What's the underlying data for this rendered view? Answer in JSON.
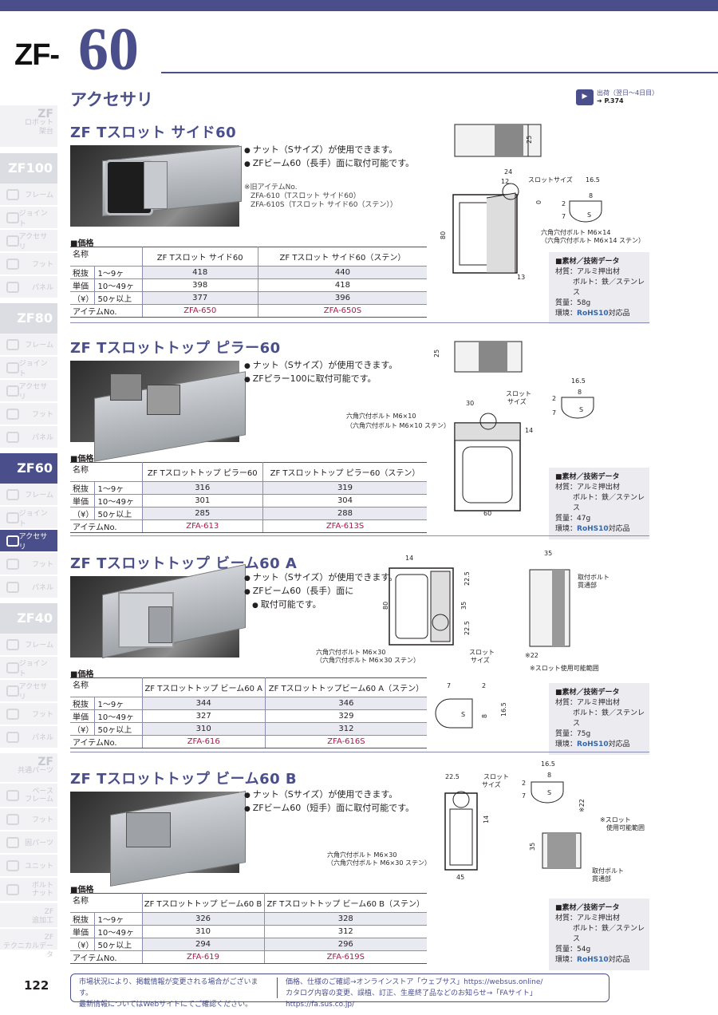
{
  "header": {
    "series_prefix": "ZF-",
    "series_number": "60",
    "page_subtitle": "アクセサリ",
    "shipping": {
      "line1": "出荷（翌日〜4日目）",
      "line2": "➔ P.374"
    }
  },
  "sidebar": {
    "zf_robot": {
      "title": "ZF",
      "sub1": "ロボット",
      "sub2": "架台"
    },
    "zf100": {
      "title": "ZF100",
      "items": [
        "フレーム",
        "ジョイント",
        "アクセサリ",
        "フット",
        "パネル"
      ]
    },
    "zf80": {
      "title": "ZF80",
      "items": [
        "フレーム",
        "ジョイント",
        "アクセサリ",
        "フット",
        "パネル"
      ]
    },
    "zf60": {
      "title": "ZF60",
      "items": [
        "フレーム",
        "ジョイント",
        "アクセサリ",
        "フット",
        "パネル"
      ]
    },
    "zf40": {
      "title": "ZF40",
      "items": [
        "フレーム",
        "ジョイント",
        "アクセサリ",
        "フット",
        "パネル"
      ]
    },
    "common": {
      "title": "ZF",
      "sub": "共通パーツ",
      "items": [
        "ベース\nフレーム",
        "フット",
        "固パーツ",
        "ユニット",
        "ボルト\nナット"
      ]
    },
    "extra": {
      "title": "ZF",
      "sub": "追加工"
    },
    "tech": {
      "title": "ZF",
      "sub": "テクニカルデータ"
    }
  },
  "products": [
    {
      "title": "ZF Tスロット サイド60",
      "bullets": [
        "ナット（Sサイズ）が使用できます。",
        "ZFビーム60（長手）面に取付可能です。"
      ],
      "old_items": [
        "※旧アイテムNo.",
        "ZFA-610（Tスロット サイド60）",
        "ZFA-610S（Tスロット サイド60（ステン））"
      ],
      "price_label": "■価格",
      "table": {
        "name_label": "名称",
        "col1": "ZF Tスロット サイド60",
        "col2": "ZF Tスロット サイド60（ステン）",
        "rows": [
          {
            "a": "税抜",
            "b": "1〜9ヶ",
            "v1": "418",
            "v2": "440"
          },
          {
            "a": "単価",
            "b": "10〜49ヶ",
            "v1": "398",
            "v2": "418"
          },
          {
            "a": "（¥）",
            "b": "50ヶ以上",
            "v1": "377",
            "v2": "396"
          }
        ],
        "item_label": "アイテムNo.",
        "item1": "ZFA-650",
        "item2": "ZFA-650S"
      },
      "spec": {
        "head": "■素材／技術データ",
        "m1": "材質：アルミ押出材",
        "m2": "ボルト：鉄／ステンレス",
        "mass": "質量：58g",
        "env": "環境：",
        "rohs": "RoHS10",
        "rohs_tail": "対応品"
      },
      "dims": [
        "25",
        "24",
        "12",
        "スロットサイズ",
        "0",
        "16.5",
        "8",
        "2",
        "7",
        "S",
        "80",
        "13",
        "六角穴付ボルト M6×14",
        "（六角穴付ボルト M6×14 ステン）"
      ]
    },
    {
      "title": "ZF Tスロットトップ ピラー60",
      "bullets": [
        "ナット（Sサイズ）が使用できます。",
        "ZFピラー100に取付可能です。"
      ],
      "price_label": "■価格",
      "table": {
        "name_label": "名称",
        "col1": "ZF Tスロットトップ ピラー60",
        "col2": "ZF Tスロットトップ ピラー60（ステン）",
        "rows": [
          {
            "a": "税抜",
            "b": "1〜9ヶ",
            "v1": "316",
            "v2": "319"
          },
          {
            "a": "単価",
            "b": "10〜49ヶ",
            "v1": "301",
            "v2": "304"
          },
          {
            "a": "（¥）",
            "b": "50ヶ以上",
            "v1": "285",
            "v2": "288"
          }
        ],
        "item_label": "アイテムNo.",
        "item1": "ZFA-613",
        "item2": "ZFA-613S"
      },
      "spec": {
        "head": "■素材／技術データ",
        "m1": "材質：アルミ押出材",
        "m2": "ボルト：鉄／ステンレス",
        "mass": "質量：47g",
        "env": "環境：",
        "rohs": "RoHS10",
        "rohs_tail": "対応品"
      },
      "dims": [
        "25",
        "30",
        "スロット",
        "サイズ",
        "16.5",
        "8",
        "2",
        "7",
        "S",
        "六角穴付ボルト M6×10",
        "（六角穴付ボルト M6×10 ステン）",
        "14",
        "60"
      ]
    },
    {
      "title": "ZF Tスロットトップ ビーム60 A",
      "bullets": [
        "ナット（Sサイズ）が使用できます。",
        "ZFビーム60（長手）面に",
        "取付可能です。"
      ],
      "price_label": "■価格",
      "table": {
        "name_label": "名称",
        "col1": "ZF Tスロットトップ ビーム60 A",
        "col2": "ZF Tスロットトップビーム60 A（ステン）",
        "rows": [
          {
            "a": "税抜",
            "b": "1〜9ヶ",
            "v1": "344",
            "v2": "346"
          },
          {
            "a": "単価",
            "b": "10〜49ヶ",
            "v1": "327",
            "v2": "329"
          },
          {
            "a": "（¥）",
            "b": "50ヶ以上",
            "v1": "310",
            "v2": "312"
          }
        ],
        "item_label": "アイテムNo.",
        "item1": "ZFA-616",
        "item2": "ZFA-616S"
      },
      "spec": {
        "head": "■素材／技術データ",
        "m1": "材質：アルミ押出材",
        "m2": "ボルト：鉄／ステンレス",
        "mass": "質量：75g",
        "env": "環境：",
        "rohs": "RoHS10",
        "rohs_tail": "対応品"
      },
      "dims": [
        "14",
        "80",
        "22.5",
        "35",
        "22.5",
        "六角穴付ボルト M6×30",
        "（六角穴付ボルト M6×30 ステン）",
        "スロット",
        "サイズ",
        "35",
        "取付ボルト",
        "貫通部",
        "※22",
        "※スロット使用可能範囲",
        "7",
        "2",
        "S",
        "8",
        "16.5"
      ]
    },
    {
      "title": "ZF Tスロットトップ ビーム60 B",
      "bullets": [
        "ナット（Sサイズ）が使用できます。",
        "ZFビーム60（短手）面に取付可能です。"
      ],
      "price_label": "■価格",
      "table": {
        "name_label": "名称",
        "col1": "ZF Tスロットトップ ビーム60 B",
        "col2": "ZF Tスロットトップ ビーム60 B（ステン）",
        "rows": [
          {
            "a": "税抜",
            "b": "1〜9ヶ",
            "v1": "326",
            "v2": "328"
          },
          {
            "a": "単価",
            "b": "10〜49ヶ",
            "v1": "310",
            "v2": "312"
          },
          {
            "a": "（¥）",
            "b": "50ヶ以上",
            "v1": "294",
            "v2": "296"
          }
        ],
        "item_label": "アイテムNo.",
        "item1": "ZFA-619",
        "item2": "ZFA-619S"
      },
      "spec": {
        "head": "■素材／技術データ",
        "m1": "材質：アルミ押出材",
        "m2": "ボルト：鉄／ステンレス",
        "mass": "質量：54g",
        "env": "環境：",
        "rohs": "RoHS10",
        "rohs_tail": "対応品"
      },
      "dims": [
        "22.5",
        "スロット",
        "サイズ",
        "16.5",
        "8",
        "2",
        "7",
        "S",
        "14",
        "六角穴付ボルト M6×30",
        "（六角穴付ボルト M6×30 ステン）",
        "45",
        "※22",
        "※スロット",
        "使用可能範囲",
        "35",
        "取付ボルト",
        "貫通部"
      ]
    }
  ],
  "footer": {
    "page": "122",
    "left1": "市場状況により、掲載情報が変更される場合がございます。",
    "left2": "最新情報についてはWebサイトにてご確認ください。",
    "right1": "価格、仕様のご確認→オンラインストア「ウェブサス」https://websus.online/",
    "right2": "カタログ内容の変更、誤植、訂正、生産終了品などのお知らせ→「FAサイト」https://fa.sus.co.jp/"
  },
  "colors": {
    "accent": "#4a4f8c",
    "item_no": "#b0164f",
    "rohs": "#2f67b2"
  }
}
